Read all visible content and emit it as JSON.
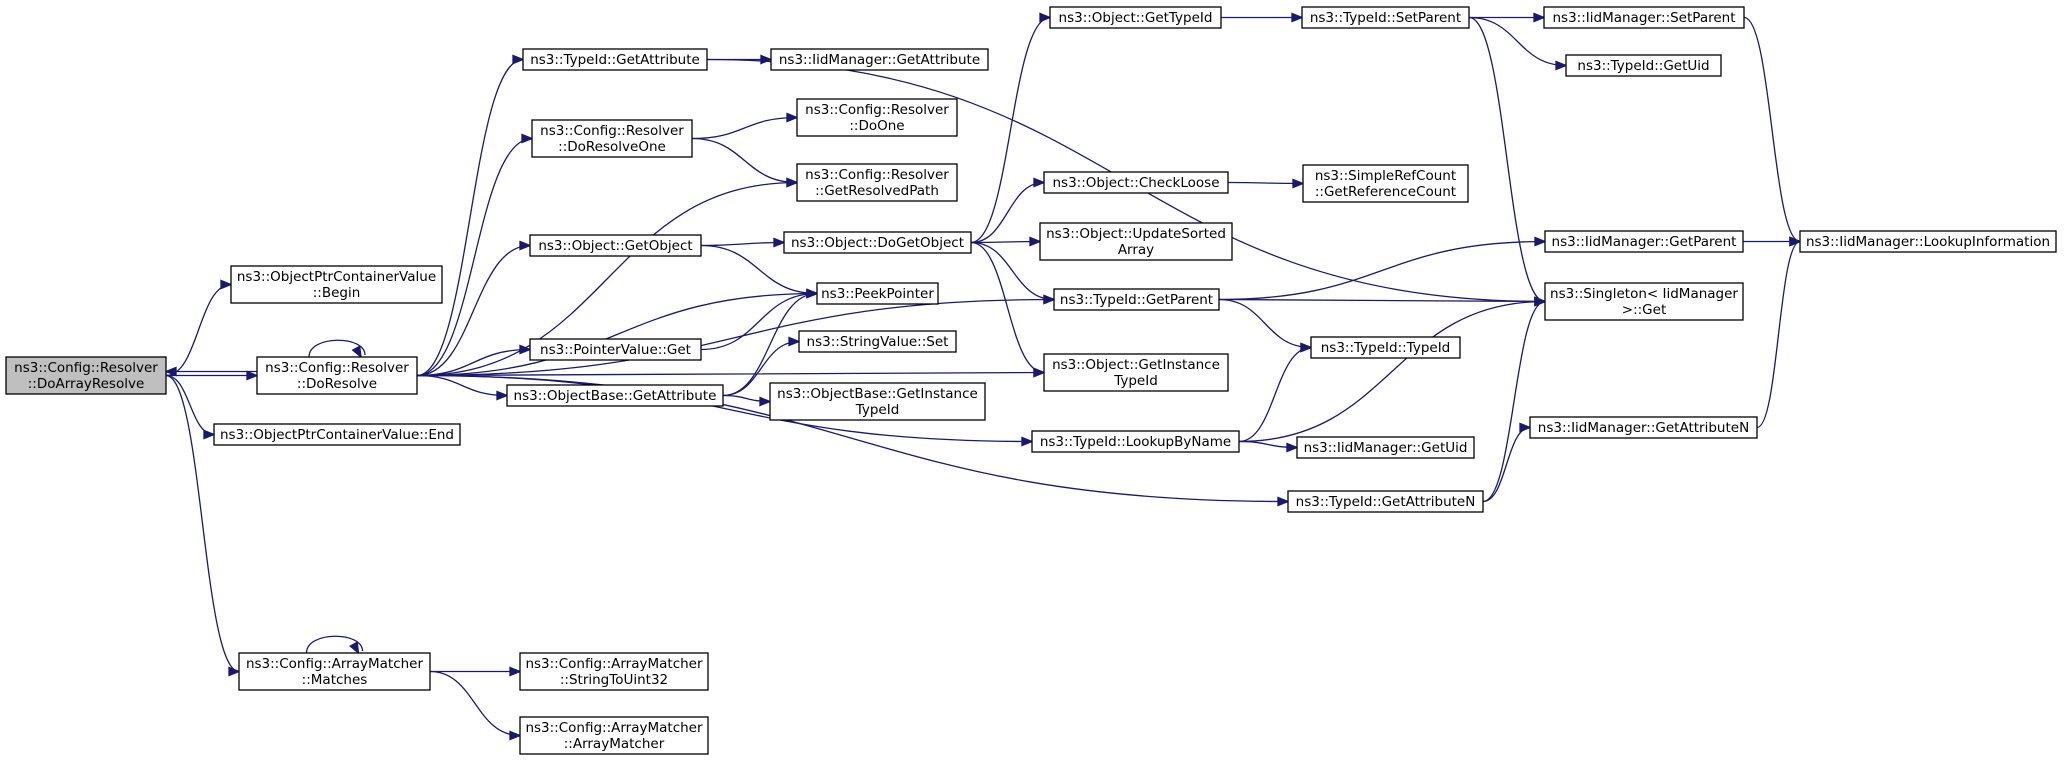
{
  "root_id": "n0",
  "nodes": [
    {
      "id": "n0",
      "lines": [
        "ns3::Config::Resolver",
        "::DoArrayResolve"
      ]
    },
    {
      "id": "n1",
      "lines": [
        "ns3::ObjectPtrContainerValue",
        "::Begin"
      ]
    },
    {
      "id": "n2",
      "lines": [
        "ns3::Config::Resolver",
        "::DoResolve"
      ]
    },
    {
      "id": "n3",
      "lines": [
        "ns3::ObjectPtrContainerValue::End"
      ]
    },
    {
      "id": "n4",
      "lines": [
        "ns3::Config::ArrayMatcher",
        "::Matches"
      ]
    },
    {
      "id": "n5",
      "lines": [
        "ns3::TypeId::GetAttribute"
      ]
    },
    {
      "id": "n6",
      "lines": [
        "ns3::Config::Resolver",
        "::DoResolveOne"
      ]
    },
    {
      "id": "n7",
      "lines": [
        "ns3::Object::GetObject"
      ]
    },
    {
      "id": "n8",
      "lines": [
        "ns3::PointerValue::Get"
      ]
    },
    {
      "id": "n9",
      "lines": [
        "ns3::ObjectBase::GetAttribute"
      ]
    },
    {
      "id": "n10",
      "lines": [
        "ns3::IidManager::GetAttribute"
      ]
    },
    {
      "id": "n11",
      "lines": [
        "ns3::Config::Resolver",
        "::DoOne"
      ]
    },
    {
      "id": "n12",
      "lines": [
        "ns3::Config::Resolver",
        "::GetResolvedPath"
      ]
    },
    {
      "id": "n13",
      "lines": [
        "ns3::PeekPointer"
      ]
    },
    {
      "id": "n14",
      "lines": [
        "ns3::StringValue::Set"
      ]
    },
    {
      "id": "n15",
      "lines": [
        "ns3::ObjectBase::GetInstance",
        "TypeId"
      ]
    },
    {
      "id": "n16",
      "lines": [
        "ns3::Object::DoGetObject"
      ]
    },
    {
      "id": "n17",
      "lines": [
        "ns3::Object::GetTypeId"
      ]
    },
    {
      "id": "n18",
      "lines": [
        "ns3::Object::CheckLoose"
      ]
    },
    {
      "id": "n19",
      "lines": [
        "ns3::Object::UpdateSorted",
        "Array"
      ]
    },
    {
      "id": "n20",
      "lines": [
        "ns3::TypeId::GetParent"
      ]
    },
    {
      "id": "n21",
      "lines": [
        "ns3::Object::GetInstance",
        "TypeId"
      ]
    },
    {
      "id": "n22",
      "lines": [
        "ns3::TypeId::LookupByName"
      ]
    },
    {
      "id": "n23",
      "lines": [
        "ns3::TypeId::SetParent"
      ]
    },
    {
      "id": "n24",
      "lines": [
        "ns3::SimpleRefCount",
        "::GetReferenceCount"
      ]
    },
    {
      "id": "n25",
      "lines": [
        "ns3::TypeId::TypeId"
      ]
    },
    {
      "id": "n26",
      "lines": [
        "ns3::IidManager::GetUid"
      ]
    },
    {
      "id": "n27",
      "lines": [
        "ns3::TypeId::GetAttributeN"
      ]
    },
    {
      "id": "n28",
      "lines": [
        "ns3::IidManager::SetParent"
      ]
    },
    {
      "id": "n29",
      "lines": [
        "ns3::TypeId::GetUid"
      ]
    },
    {
      "id": "n30",
      "lines": [
        "ns3::IidManager::GetParent"
      ]
    },
    {
      "id": "n31",
      "lines": [
        "ns3::Singleton< IidManager",
        ">::Get"
      ]
    },
    {
      "id": "n32",
      "lines": [
        "ns3::IidManager::GetAttributeN"
      ]
    },
    {
      "id": "n33",
      "lines": [
        "ns3::IidManager::LookupInformation"
      ]
    },
    {
      "id": "n34",
      "lines": [
        "ns3::Config::ArrayMatcher",
        "::StringToUint32"
      ]
    },
    {
      "id": "n35",
      "lines": [
        "ns3::Config::ArrayMatcher",
        "::ArrayMatcher"
      ]
    }
  ],
  "edges": [
    {
      "from": "n0",
      "to": "n1"
    },
    {
      "from": "n0",
      "to": "n2"
    },
    {
      "from": "n0",
      "to": "n3"
    },
    {
      "from": "n0",
      "to": "n4"
    },
    {
      "from": "n2",
      "to": "n0"
    },
    {
      "from": "n2",
      "to": "n2"
    },
    {
      "from": "n2",
      "to": "n5"
    },
    {
      "from": "n2",
      "to": "n6"
    },
    {
      "from": "n2",
      "to": "n12"
    },
    {
      "from": "n2",
      "to": "n7"
    },
    {
      "from": "n2",
      "to": "n13"
    },
    {
      "from": "n2",
      "to": "n8"
    },
    {
      "from": "n2",
      "to": "n9"
    },
    {
      "from": "n2",
      "to": "n20"
    },
    {
      "from": "n2",
      "to": "n21"
    },
    {
      "from": "n2",
      "to": "n22"
    },
    {
      "from": "n2",
      "to": "n27"
    },
    {
      "from": "n4",
      "to": "n4"
    },
    {
      "from": "n4",
      "to": "n34"
    },
    {
      "from": "n4",
      "to": "n35"
    },
    {
      "from": "n5",
      "to": "n10"
    },
    {
      "from": "n5",
      "to": "n31"
    },
    {
      "from": "n6",
      "to": "n11"
    },
    {
      "from": "n6",
      "to": "n12"
    },
    {
      "from": "n7",
      "to": "n16"
    },
    {
      "from": "n7",
      "to": "n13"
    },
    {
      "from": "n8",
      "to": "n13"
    },
    {
      "from": "n9",
      "to": "n13"
    },
    {
      "from": "n9",
      "to": "n14"
    },
    {
      "from": "n9",
      "to": "n15"
    },
    {
      "from": "n16",
      "to": "n17"
    },
    {
      "from": "n16",
      "to": "n18"
    },
    {
      "from": "n16",
      "to": "n19"
    },
    {
      "from": "n16",
      "to": "n20"
    },
    {
      "from": "n16",
      "to": "n21"
    },
    {
      "from": "n17",
      "to": "n23"
    },
    {
      "from": "n18",
      "to": "n24"
    },
    {
      "from": "n20",
      "to": "n30"
    },
    {
      "from": "n20",
      "to": "n31"
    },
    {
      "from": "n20",
      "to": "n25"
    },
    {
      "from": "n22",
      "to": "n25"
    },
    {
      "from": "n22",
      "to": "n31"
    },
    {
      "from": "n22",
      "to": "n26"
    },
    {
      "from": "n23",
      "to": "n28"
    },
    {
      "from": "n23",
      "to": "n29"
    },
    {
      "from": "n23",
      "to": "n31"
    },
    {
      "from": "n27",
      "to": "n31"
    },
    {
      "from": "n27",
      "to": "n32"
    },
    {
      "from": "n28",
      "to": "n33"
    },
    {
      "from": "n30",
      "to": "n33"
    },
    {
      "from": "n32",
      "to": "n33"
    }
  ]
}
